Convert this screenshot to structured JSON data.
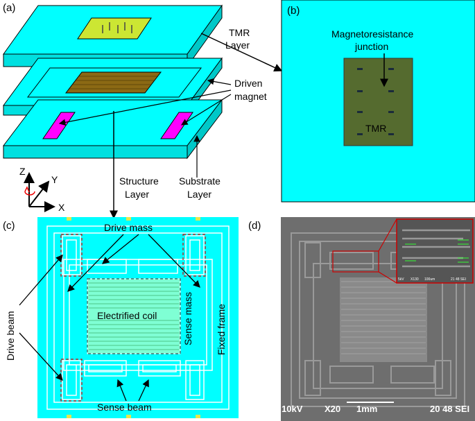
{
  "panels": {
    "a": {
      "tag": "(a)",
      "tmr_layer": [
        "TMR",
        "Layer"
      ],
      "driven_magnet": [
        "Driven",
        "magnet"
      ],
      "structure_layer": [
        "Structure",
        "Layer"
      ],
      "substrate_layer": [
        "Substrate",
        "Layer"
      ],
      "axes": {
        "z": "Z",
        "y": "Y",
        "x": "X"
      }
    },
    "b": {
      "tag": "(b)",
      "junction_label": [
        "Magnetoresistance",
        "junction"
      ],
      "tmr": "TMR"
    },
    "c": {
      "tag": "(c)",
      "drive_mass": "Drive mass",
      "drive_beam": "Drive beam",
      "electrified_coil": "Electrified coil",
      "sense_mass": "Sense mass",
      "fixed_frame": "Fixed frame",
      "sense_beam": "Sense beam"
    },
    "d": {
      "tag": "(d)",
      "sem_info": {
        "voltage": "10kV",
        "mag": "X20",
        "scale": "1mm",
        "id": "20 48 SEI"
      },
      "inset_info": {
        "voltage": "5kV",
        "mag": "X130",
        "scale": "100um",
        "id": "21 48 SEI"
      }
    }
  },
  "colors": {
    "cyan": "#00FFFF",
    "green": "#556B2F",
    "magenta": "#FF00FF",
    "yellow_green": "#CCE633"
  }
}
